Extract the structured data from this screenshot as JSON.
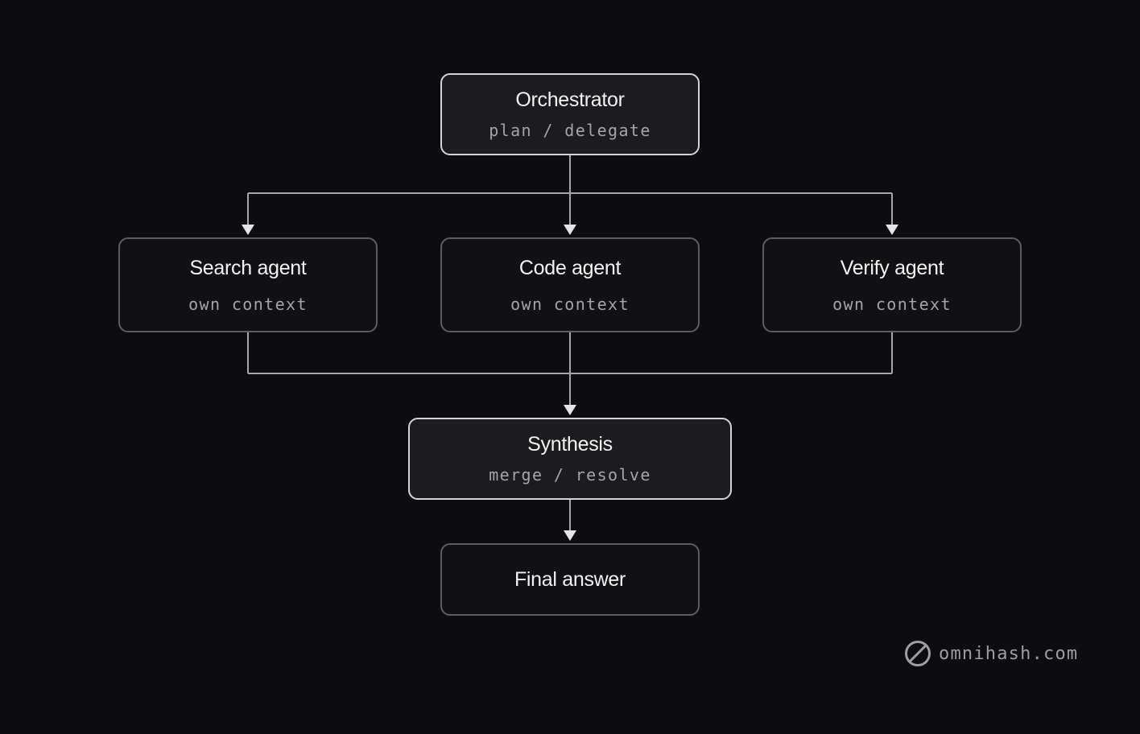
{
  "nodes": {
    "orchestrator": {
      "title": "Orchestrator",
      "subtitle": "plan / delegate"
    },
    "search": {
      "title": "Search agent",
      "subtitle": "own context"
    },
    "code": {
      "title": "Code agent",
      "subtitle": "own context"
    },
    "verify": {
      "title": "Verify agent",
      "subtitle": "own context"
    },
    "synthesis": {
      "title": "Synthesis",
      "subtitle": "merge / resolve"
    },
    "final": {
      "title": "Final answer"
    }
  },
  "brand": {
    "text": "omnihash.com",
    "icon": "slashed-circle-icon"
  },
  "colors": {
    "background": "#0c0d10",
    "connector": "#a6a7ab",
    "primary_border": "#d4d5d8",
    "secondary_border": "#5b5d63"
  }
}
